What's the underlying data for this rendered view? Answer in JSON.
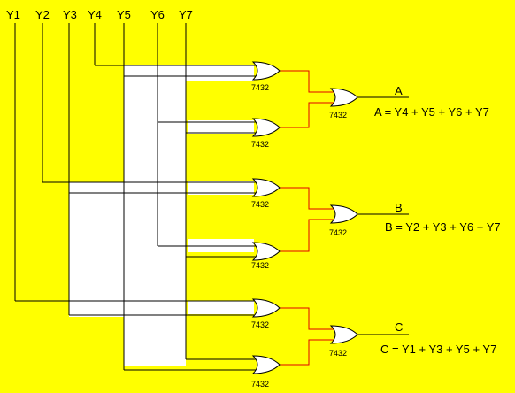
{
  "inputs": [
    "Y1",
    "Y2",
    "Y3",
    "Y4",
    "Y5",
    "Y6",
    "Y7"
  ],
  "chip_label": "7432",
  "outputs": [
    {
      "name": "A",
      "equation": "A = Y4 + Y5 + Y6 + Y7"
    },
    {
      "name": "B",
      "equation": "B = Y2 + Y3 + Y6 + Y7"
    },
    {
      "name": "C",
      "equation": "C = Y1 + Y3 + Y5 + Y7"
    }
  ],
  "colors": {
    "background": "#ffff00",
    "wire": "#000000",
    "link": "#e00000",
    "gate_fill": "#ffffff"
  }
}
